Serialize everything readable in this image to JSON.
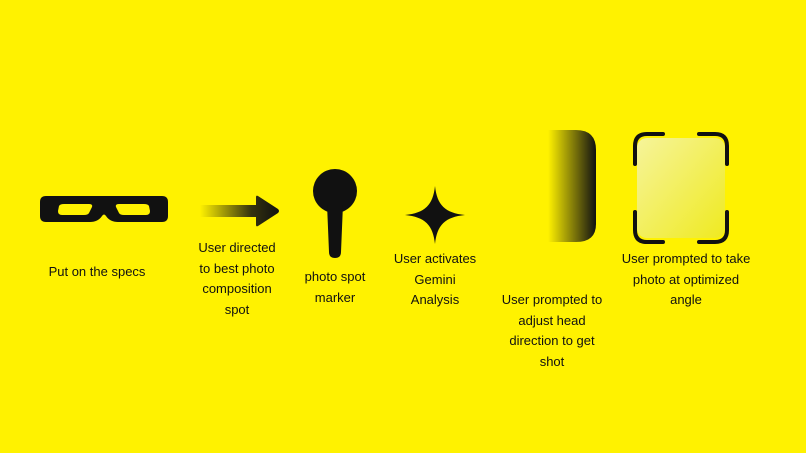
{
  "colors": {
    "background": "#FFF200",
    "ink": "#111111",
    "preview_fill": "#F4F03A"
  },
  "steps": [
    {
      "icon": "glasses-icon",
      "label_lines": [
        "Put on the specs"
      ]
    },
    {
      "icon": "arrow-right-icon",
      "label_lines": [
        "User directed",
        "to best photo",
        "composition",
        "spot"
      ]
    },
    {
      "icon": "map-pin-icon",
      "label_lines": [
        "photo spot",
        "marker"
      ]
    },
    {
      "icon": "sparkle-icon",
      "label_lines": [
        "User activates",
        "Gemini",
        "Analysis"
      ]
    },
    {
      "icon": "edge-gradient-icon",
      "label_lines": [
        "User prompted to",
        "adjust head",
        "direction to get",
        "shot"
      ]
    },
    {
      "icon": "camera-frame-icon",
      "label_lines": [
        "User prompted to take",
        "photo at optimized",
        "angle"
      ]
    }
  ]
}
